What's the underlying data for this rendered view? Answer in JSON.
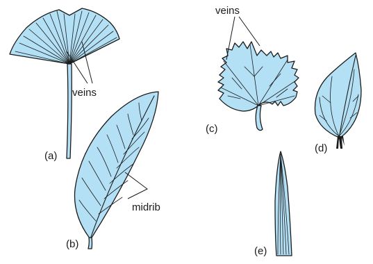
{
  "figure": {
    "colors": {
      "leaf_fill": "#b3e0f5",
      "outline": "#1a1a1a",
      "background": "#ffffff"
    },
    "labels": {
      "a": "(a)",
      "b": "(b)",
      "c": "(c)",
      "d": "(d)",
      "e": "(e)"
    },
    "annotations": {
      "veins_a": "veins",
      "veins_c": "veins",
      "midrib": "midrib"
    }
  }
}
